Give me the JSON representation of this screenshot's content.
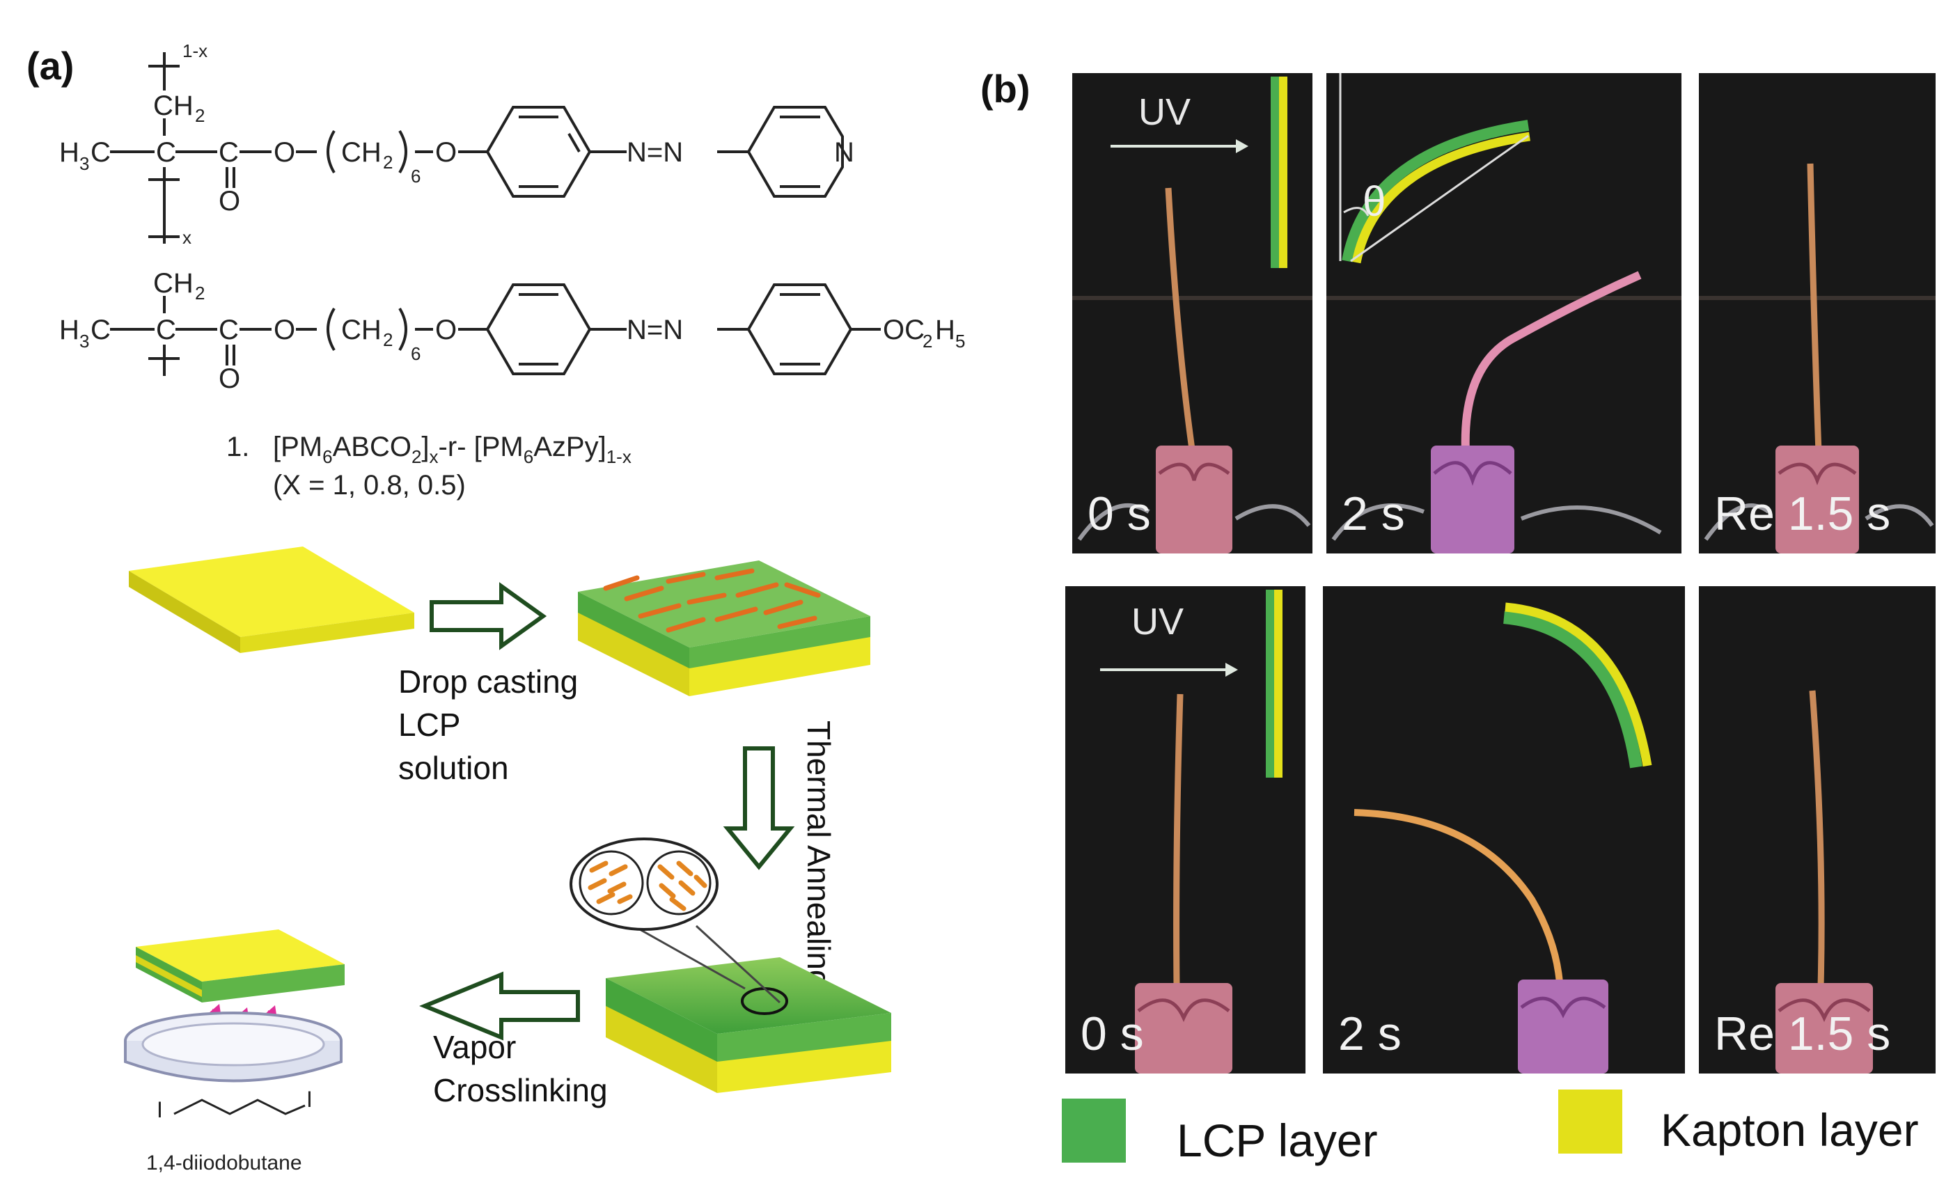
{
  "panel_a": {
    "label": "(a)",
    "compound": {
      "number": "1.",
      "formula_part1": "[PM",
      "formula_sub1": "6",
      "formula_part2": "ABCO",
      "formula_sub2": "2",
      "formula_part3": "]",
      "formula_sub3": "x",
      "formula_mid": "-r- ",
      "formula_part4": "[PM",
      "formula_sub4": "6",
      "formula_part5": "AzPy]",
      "formula_sub5": "1-x",
      "x_values": "(X = 1, 0.8, 0.5)"
    },
    "structure": {
      "h3c": "H",
      "sub3": "3",
      "c": "C",
      "ch2": "CH",
      "sub2": "2",
      "o": "O",
      "ch2_chain": "CH",
      "sub6": "6",
      "n_eq_n": "N=N",
      "n": "N",
      "oc2h5": "OC",
      "sub_2": "2",
      "h5": "H",
      "sub5": "5",
      "sub_x": "x",
      "sub_1mx": "1-x"
    },
    "steps": {
      "drop_casting": [
        "Drop casting",
        "LCP",
        "solution"
      ],
      "thermal_annealing": "Thermal Annealing",
      "vapor_crosslinking": [
        "Vapor",
        "Crosslinking"
      ],
      "crosslinker": "1,4-diiodobutane",
      "iodine": "I"
    }
  },
  "panel_b": {
    "label": "(b)",
    "uv_label": "UV",
    "theta": "θ",
    "rows": [
      {
        "times": [
          "0 s",
          "2 s",
          "Re 1.5 s"
        ]
      },
      {
        "times": [
          "0 s",
          "2 s",
          "Re 1.5 s"
        ]
      }
    ],
    "legend": [
      {
        "label": "LCP layer",
        "color": "#4aae4f"
      },
      {
        "label": "Kapton layer",
        "color": "#e3e01a"
      }
    ]
  },
  "colors": {
    "kapton": "#e3e01a",
    "lcp": "#4aae4f",
    "arrow": "#1f4d1f",
    "photo_bg": "#181818",
    "strip": "#c98a5a"
  }
}
